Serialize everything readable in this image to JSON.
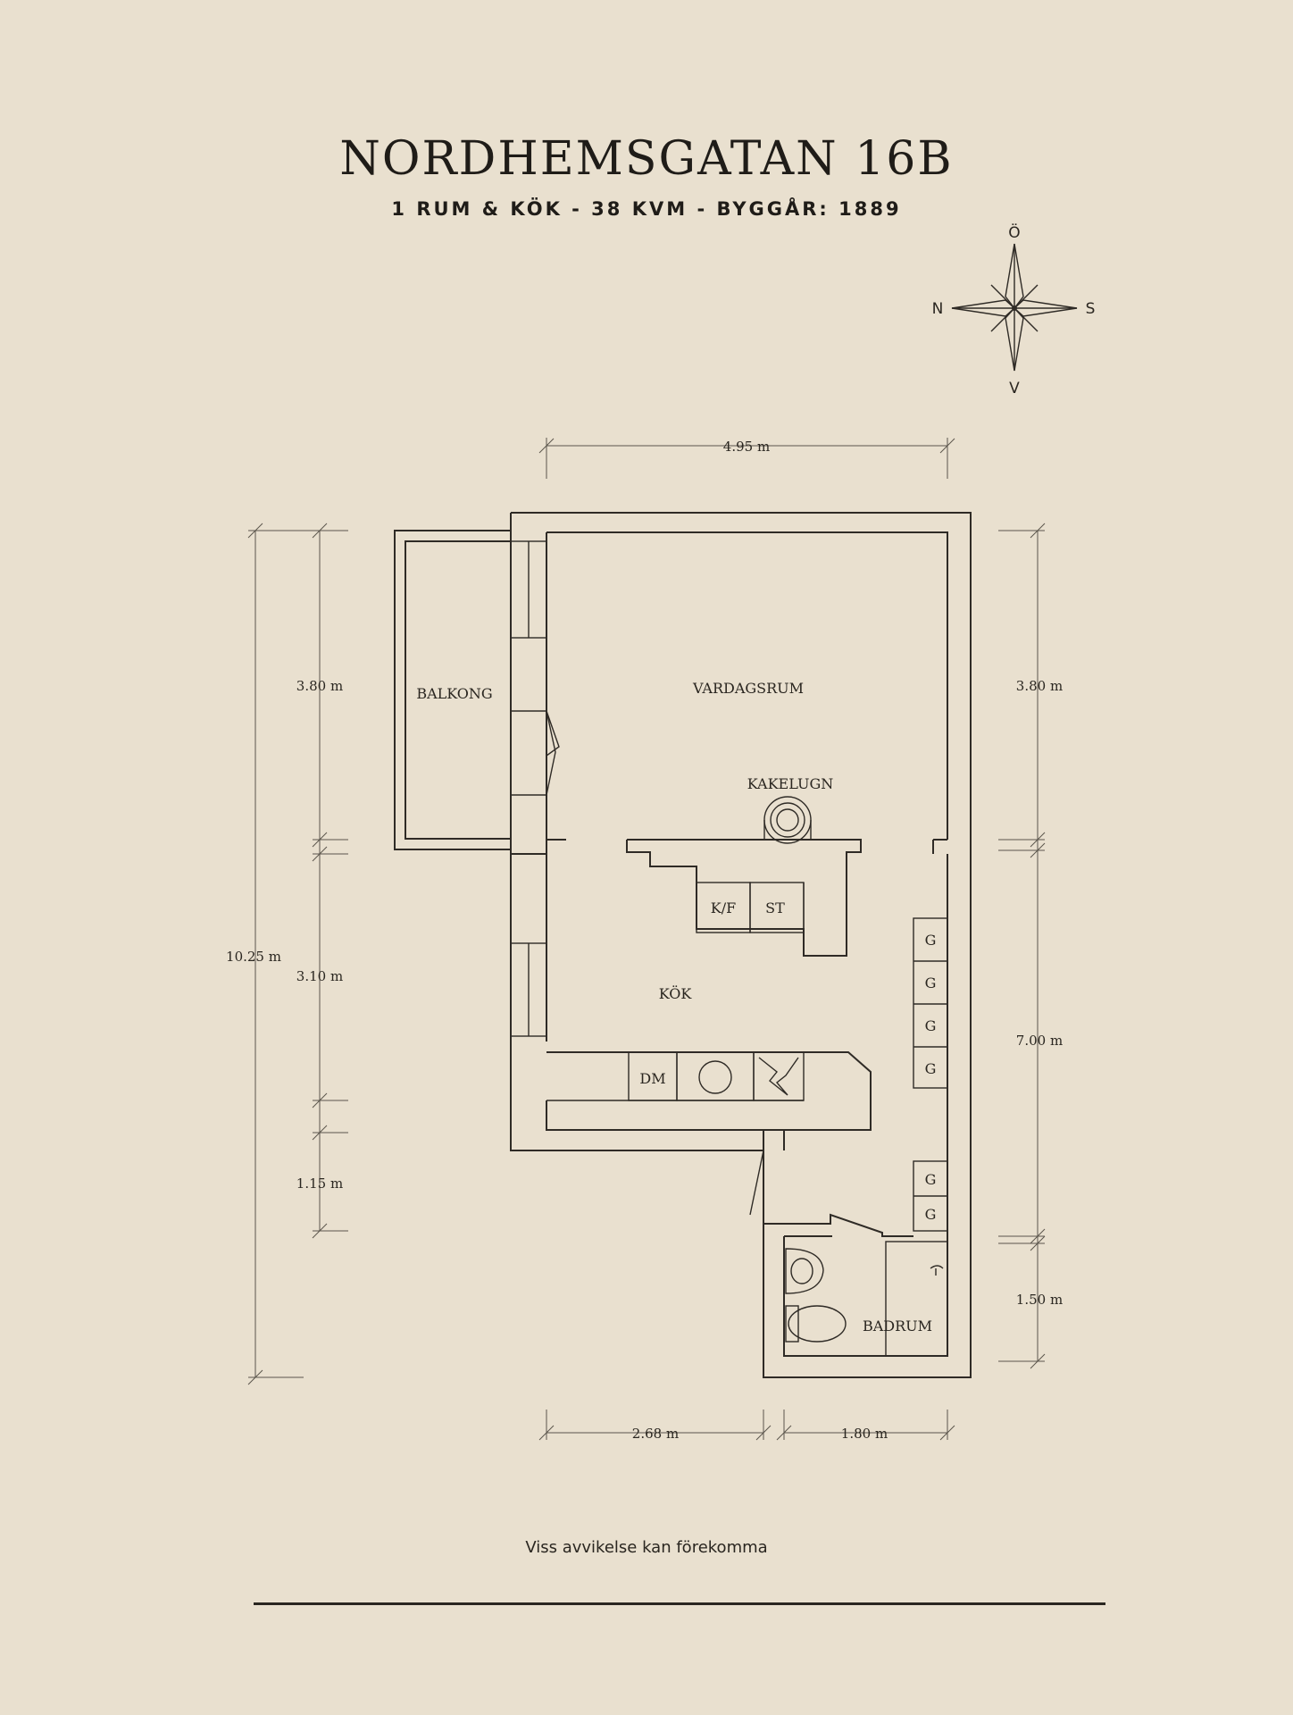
{
  "header": {
    "title": "NORDHEMSGATAN 16B",
    "subtitle": "1 RUM & KÖK  -  38 KVM  -  BYGGÅR: 1889"
  },
  "compass": {
    "north": "N",
    "south": "S",
    "east": "Ö",
    "west": "V"
  },
  "rooms": {
    "balkong": "BALKONG",
    "vardagsrum": "VARDAGSRUM",
    "kakelugn": "KAKELUGN",
    "kok": "KÖK",
    "badrum": "BADRUM"
  },
  "fixtures": {
    "kf": "K/F",
    "st": "ST",
    "dm": "DM",
    "g": "G"
  },
  "dimensions": {
    "top_width": "4.95 m",
    "left_upper": "3.80 m",
    "left_middle": "3.10 m",
    "left_lower": "1.15 m",
    "left_total": "10.25 m",
    "right_upper": "3.80 m",
    "right_middle": "7.00 m",
    "right_lower": "1.50 m",
    "bottom_left": "2.68 m",
    "bottom_right": "1.80 m"
  },
  "footer": {
    "disclaimer": "Viss avvikelse kan förekomma"
  },
  "colors": {
    "background": "#e9e0cf",
    "ink": "#2f2b26"
  }
}
